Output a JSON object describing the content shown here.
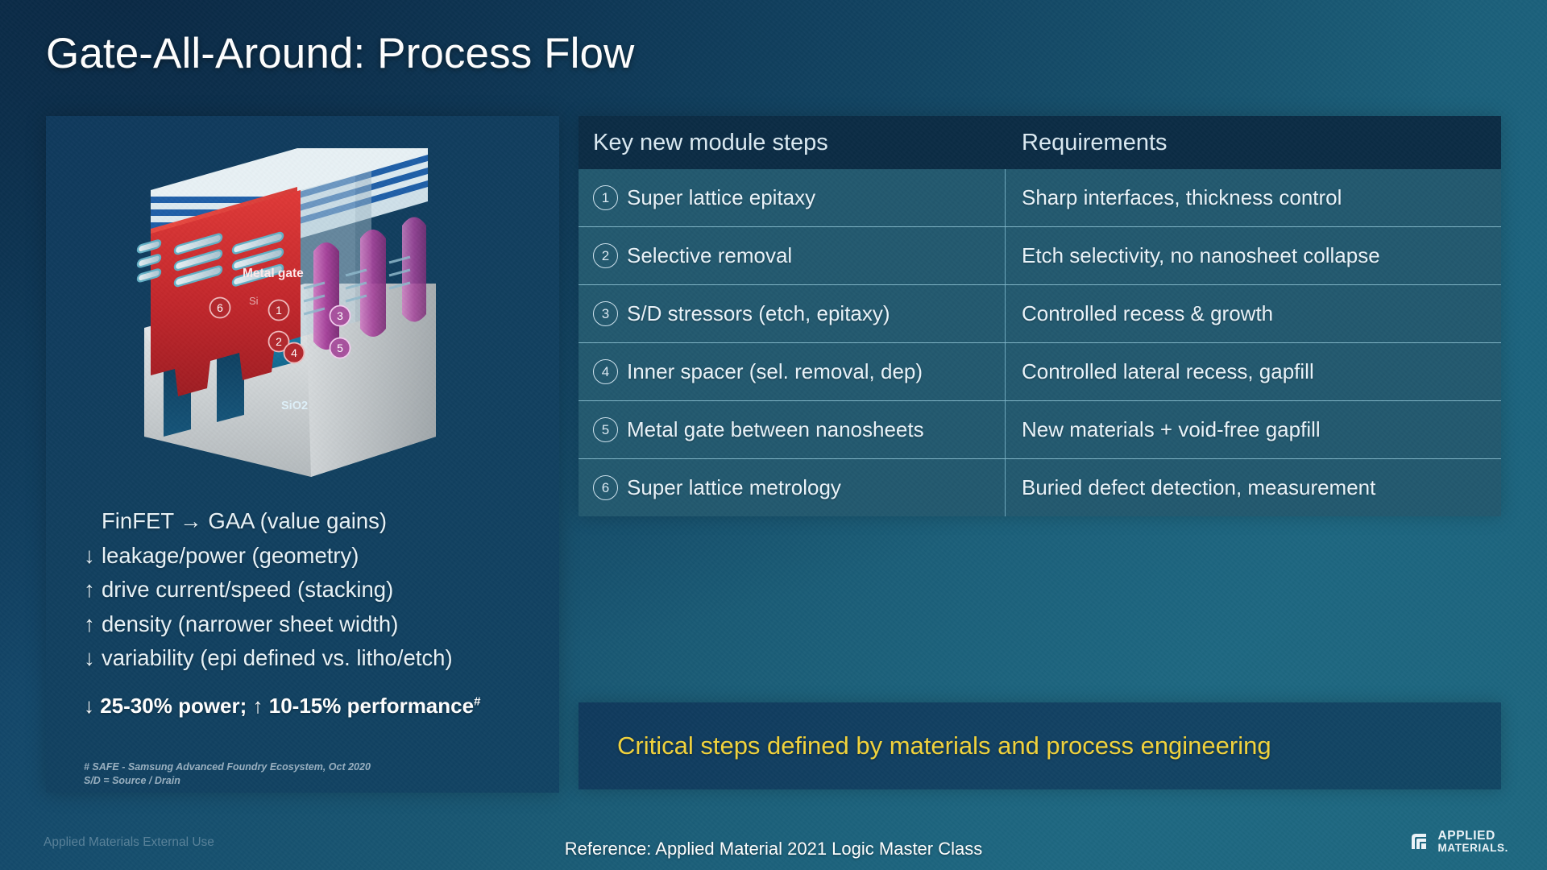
{
  "slide": {
    "title": "Gate-All-Around: Process Flow"
  },
  "figure": {
    "label_metal_gate": "Metal gate",
    "label_si": "Si",
    "label_sio2": "SiO2",
    "callouts": [
      {
        "id": "6",
        "n": "6"
      },
      {
        "id": "1",
        "n": "1"
      },
      {
        "id": "2",
        "n": "2"
      },
      {
        "id": "4",
        "n": "4"
      },
      {
        "id": "3",
        "n": "3"
      },
      {
        "id": "5",
        "n": "5"
      }
    ],
    "colors": {
      "metal_gate": "#c1272d",
      "nanosheet_blue": "#1f5fa8",
      "nanosheet_light": "#c8dce6",
      "sd_stressor": "#a6449b",
      "substrate": "#cfd3d4",
      "sio2": "#1f8fc0"
    }
  },
  "bullets": [
    {
      "arrow": "",
      "text": "FinFET → GAA (value gains)"
    },
    {
      "arrow": "↓",
      "text": "leakage/power (geometry)"
    },
    {
      "arrow": "↑",
      "text": "drive current/speed (stacking)"
    },
    {
      "arrow": "↑",
      "text": "density (narrower sheet width)"
    },
    {
      "arrow": "↓",
      "text": "variability (epi defined vs. litho/etch)"
    }
  ],
  "summary": {
    "text": "↓ 25-30% power; ↑ 10-15% performance",
    "footnote_marker": "#"
  },
  "footnotes": [
    "# SAFE - Samsung Advanced Foundry Ecosystem, Oct 2020",
    "S/D = Source / Drain"
  ],
  "table": {
    "headers": [
      "Key new module steps",
      "Requirements"
    ],
    "rows": [
      {
        "num": "1",
        "step": "Super lattice epitaxy",
        "requirement": "Sharp interfaces, thickness control"
      },
      {
        "num": "2",
        "step": "Selective removal",
        "requirement": "Etch selectivity, no nanosheet collapse"
      },
      {
        "num": "3",
        "step": "S/D stressors (etch, epitaxy)",
        "requirement": "Controlled recess & growth"
      },
      {
        "num": "4",
        "step": "Inner spacer (sel. removal, dep)",
        "requirement": "Controlled lateral recess, gapfill"
      },
      {
        "num": "5",
        "step": "Metal gate between nanosheets",
        "requirement": "New materials + void-free gapfill"
      },
      {
        "num": "6",
        "step": "Super lattice metrology",
        "requirement": "Buried defect detection, measurement"
      }
    ]
  },
  "callout": {
    "text": "Critical steps defined by materials and process engineering",
    "color": "#f2d33c"
  },
  "footer": {
    "left": "Applied Materials External Use",
    "center": "Reference: Applied Material 2021 Logic Master Class",
    "logo_line1": "APPLIED",
    "logo_line2": "MATERIALS."
  }
}
